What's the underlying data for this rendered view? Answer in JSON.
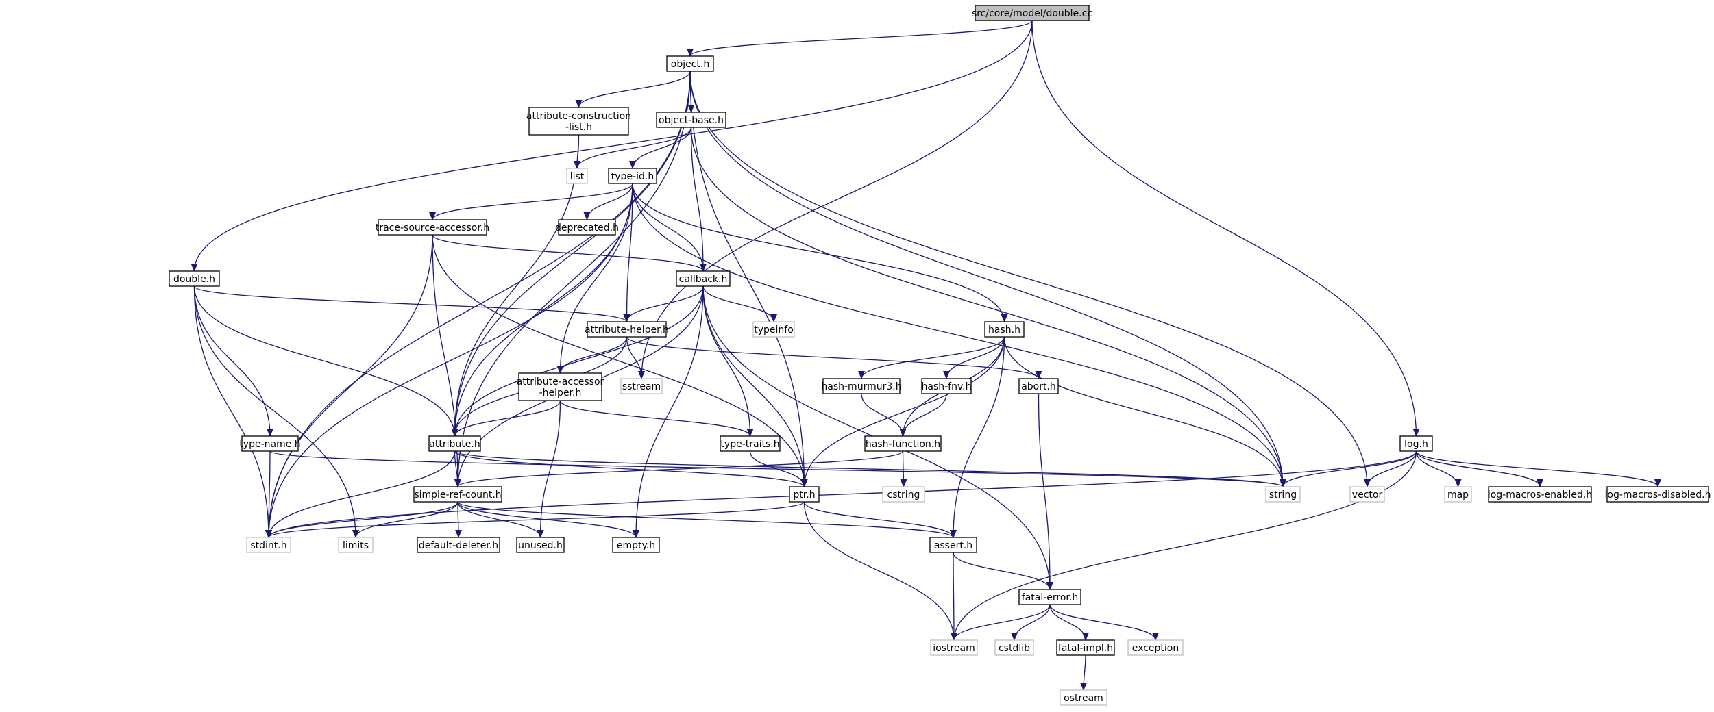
{
  "colors": {
    "edge": "#191970",
    "node_border": "#000000",
    "external_border": "#bfbfbf",
    "root_fill": "#bfbfbf",
    "node_fill": "#ffffff"
  },
  "nodes": [
    {
      "id": "root",
      "lines": [
        "src/core/model/double.cc"
      ],
      "kind": "root"
    },
    {
      "id": "object",
      "lines": [
        "object.h"
      ],
      "kind": "local"
    },
    {
      "id": "attrcons",
      "lines": [
        "attribute-construction",
        "-list.h"
      ],
      "kind": "local"
    },
    {
      "id": "objectbase",
      "lines": [
        "object-base.h"
      ],
      "kind": "local"
    },
    {
      "id": "list",
      "lines": [
        "list"
      ],
      "kind": "external"
    },
    {
      "id": "typeid",
      "lines": [
        "type-id.h"
      ],
      "kind": "local"
    },
    {
      "id": "tracesrc",
      "lines": [
        "trace-source-accessor.h"
      ],
      "kind": "local"
    },
    {
      "id": "deprecated",
      "lines": [
        "deprecated.h"
      ],
      "kind": "local"
    },
    {
      "id": "double",
      "lines": [
        "double.h"
      ],
      "kind": "local"
    },
    {
      "id": "callback",
      "lines": [
        "callback.h"
      ],
      "kind": "local"
    },
    {
      "id": "attrhelper",
      "lines": [
        "attribute-helper.h"
      ],
      "kind": "local"
    },
    {
      "id": "typeinfo",
      "lines": [
        "typeinfo"
      ],
      "kind": "external"
    },
    {
      "id": "hash",
      "lines": [
        "hash.h"
      ],
      "kind": "local"
    },
    {
      "id": "sstream",
      "lines": [
        "sstream"
      ],
      "kind": "external"
    },
    {
      "id": "attracc",
      "lines": [
        "attribute-accessor",
        "-helper.h"
      ],
      "kind": "local"
    },
    {
      "id": "murmur",
      "lines": [
        "hash-murmur3.h"
      ],
      "kind": "local"
    },
    {
      "id": "fnv",
      "lines": [
        "hash-fnv.h"
      ],
      "kind": "local"
    },
    {
      "id": "abort",
      "lines": [
        "abort.h"
      ],
      "kind": "local"
    },
    {
      "id": "typename",
      "lines": [
        "type-name.h"
      ],
      "kind": "local"
    },
    {
      "id": "attribute",
      "lines": [
        "attribute.h"
      ],
      "kind": "local"
    },
    {
      "id": "typetraits",
      "lines": [
        "type-traits.h"
      ],
      "kind": "local"
    },
    {
      "id": "hashfunc",
      "lines": [
        "hash-function.h"
      ],
      "kind": "local"
    },
    {
      "id": "log",
      "lines": [
        "log.h"
      ],
      "kind": "local"
    },
    {
      "id": "simpleref",
      "lines": [
        "simple-ref-count.h"
      ],
      "kind": "local"
    },
    {
      "id": "ptr",
      "lines": [
        "ptr.h"
      ],
      "kind": "local"
    },
    {
      "id": "cstring",
      "lines": [
        "cstring"
      ],
      "kind": "external"
    },
    {
      "id": "string",
      "lines": [
        "string"
      ],
      "kind": "external"
    },
    {
      "id": "vector",
      "lines": [
        "vector"
      ],
      "kind": "external"
    },
    {
      "id": "map",
      "lines": [
        "map"
      ],
      "kind": "external"
    },
    {
      "id": "logen",
      "lines": [
        "log-macros-enabled.h"
      ],
      "kind": "local"
    },
    {
      "id": "logdis",
      "lines": [
        "log-macros-disabled.h"
      ],
      "kind": "local"
    },
    {
      "id": "stdint",
      "lines": [
        "stdint.h"
      ],
      "kind": "external"
    },
    {
      "id": "limits",
      "lines": [
        "limits"
      ],
      "kind": "external"
    },
    {
      "id": "defdel",
      "lines": [
        "default-deleter.h"
      ],
      "kind": "local"
    },
    {
      "id": "unused",
      "lines": [
        "unused.h"
      ],
      "kind": "local"
    },
    {
      "id": "empty",
      "lines": [
        "empty.h"
      ],
      "kind": "local"
    },
    {
      "id": "assert",
      "lines": [
        "assert.h"
      ],
      "kind": "local"
    },
    {
      "id": "fatalerr",
      "lines": [
        "fatal-error.h"
      ],
      "kind": "local"
    },
    {
      "id": "iostream",
      "lines": [
        "iostream"
      ],
      "kind": "external"
    },
    {
      "id": "cstdlib",
      "lines": [
        "cstdlib"
      ],
      "kind": "external"
    },
    {
      "id": "fatalimpl",
      "lines": [
        "fatal-impl.h"
      ],
      "kind": "local"
    },
    {
      "id": "exception",
      "lines": [
        "exception"
      ],
      "kind": "external"
    },
    {
      "id": "ostream",
      "lines": [
        "ostream"
      ],
      "kind": "external"
    }
  ],
  "edges": [
    [
      "root",
      "object"
    ],
    [
      "root",
      "double"
    ],
    [
      "root",
      "sstream"
    ],
    [
      "root",
      "log"
    ],
    [
      "object",
      "attrcons"
    ],
    [
      "object",
      "objectbase"
    ],
    [
      "object",
      "stdint"
    ],
    [
      "object",
      "attribute"
    ],
    [
      "object",
      "simpleref"
    ],
    [
      "object",
      "ptr"
    ],
    [
      "object",
      "string"
    ],
    [
      "object",
      "vector"
    ],
    [
      "attrcons",
      "list"
    ],
    [
      "attrcons",
      "attribute"
    ],
    [
      "objectbase",
      "list"
    ],
    [
      "objectbase",
      "typeid"
    ],
    [
      "objectbase",
      "callback"
    ],
    [
      "objectbase",
      "string"
    ],
    [
      "typeid",
      "tracesrc"
    ],
    [
      "typeid",
      "deprecated"
    ],
    [
      "typeid",
      "callback"
    ],
    [
      "typeid",
      "attrhelper"
    ],
    [
      "typeid",
      "attracc"
    ],
    [
      "typeid",
      "hash"
    ],
    [
      "typeid",
      "attribute"
    ],
    [
      "typeid",
      "stdint"
    ],
    [
      "typeid",
      "string"
    ],
    [
      "tracesrc",
      "callback"
    ],
    [
      "tracesrc",
      "simpleref"
    ],
    [
      "tracesrc",
      "ptr"
    ],
    [
      "tracesrc",
      "stdint"
    ],
    [
      "double",
      "attrhelper"
    ],
    [
      "double",
      "typename"
    ],
    [
      "double",
      "attribute"
    ],
    [
      "double",
      "stdint"
    ],
    [
      "double",
      "limits"
    ],
    [
      "callback",
      "attrhelper"
    ],
    [
      "callback",
      "typeinfo"
    ],
    [
      "callback",
      "typetraits"
    ],
    [
      "callback",
      "ptr"
    ],
    [
      "callback",
      "attribute"
    ],
    [
      "callback",
      "simpleref"
    ],
    [
      "callback",
      "empty"
    ],
    [
      "callback",
      "fatalerr"
    ],
    [
      "attrhelper",
      "attracc"
    ],
    [
      "attrhelper",
      "attribute"
    ],
    [
      "attrhelper",
      "sstream"
    ],
    [
      "attrhelper",
      "abort"
    ],
    [
      "attracc",
      "attribute"
    ],
    [
      "attracc",
      "typetraits"
    ],
    [
      "attracc",
      "unused"
    ],
    [
      "hash",
      "murmur"
    ],
    [
      "hash",
      "fnv"
    ],
    [
      "hash",
      "hashfunc"
    ],
    [
      "hash",
      "string"
    ],
    [
      "hash",
      "ptr"
    ],
    [
      "hash",
      "assert"
    ],
    [
      "murmur",
      "hashfunc"
    ],
    [
      "fnv",
      "hashfunc"
    ],
    [
      "abort",
      "fatalerr"
    ],
    [
      "typename",
      "string"
    ],
    [
      "typename",
      "stdint"
    ],
    [
      "attribute",
      "simpleref"
    ],
    [
      "attribute",
      "ptr"
    ],
    [
      "attribute",
      "string"
    ],
    [
      "attribute",
      "stdint"
    ],
    [
      "typetraits",
      "ptr"
    ],
    [
      "hashfunc",
      "cstring"
    ],
    [
      "hashfunc",
      "simpleref"
    ],
    [
      "log",
      "string"
    ],
    [
      "log",
      "vector"
    ],
    [
      "log",
      "map"
    ],
    [
      "log",
      "logen"
    ],
    [
      "log",
      "logdis"
    ],
    [
      "log",
      "stdint"
    ],
    [
      "log",
      "iostream"
    ],
    [
      "simpleref",
      "stdint"
    ],
    [
      "simpleref",
      "limits"
    ],
    [
      "simpleref",
      "defdel"
    ],
    [
      "simpleref",
      "unused"
    ],
    [
      "simpleref",
      "empty"
    ],
    [
      "simpleref",
      "assert"
    ],
    [
      "ptr",
      "stdint"
    ],
    [
      "ptr",
      "assert"
    ],
    [
      "ptr",
      "iostream"
    ],
    [
      "assert",
      "fatalerr"
    ],
    [
      "assert",
      "iostream"
    ],
    [
      "fatalerr",
      "iostream"
    ],
    [
      "fatalerr",
      "cstdlib"
    ],
    [
      "fatalerr",
      "fatalimpl"
    ],
    [
      "fatalerr",
      "exception"
    ],
    [
      "fatalimpl",
      "ostream"
    ]
  ]
}
